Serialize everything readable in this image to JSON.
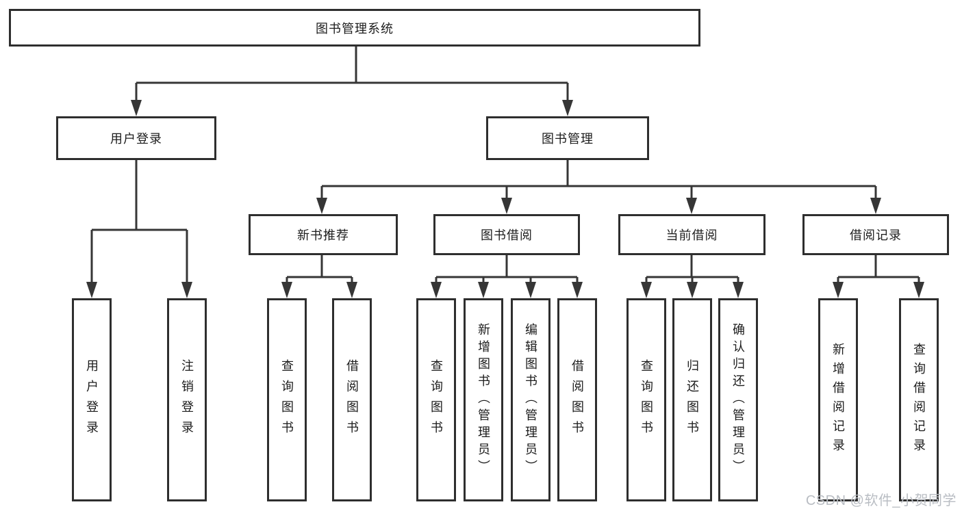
{
  "tree": {
    "root": {
      "label": "图书管理系统"
    },
    "branches": [
      {
        "label": "用户登录",
        "children": [
          {
            "label": "用户登录"
          },
          {
            "label": "注销登录"
          }
        ]
      },
      {
        "label": "图书管理",
        "children": [
          {
            "label": "新书推荐",
            "children": [
              {
                "label": "查询图书"
              },
              {
                "label": "借阅图书"
              }
            ]
          },
          {
            "label": "图书借阅",
            "children": [
              {
                "label": "查询图书"
              },
              {
                "label": "新增图书（管理员）"
              },
              {
                "label": "编辑图书（管理员）"
              },
              {
                "label": "借阅图书"
              }
            ]
          },
          {
            "label": "当前借阅",
            "children": [
              {
                "label": "查询图书"
              },
              {
                "label": "归还图书"
              },
              {
                "label": "确认归还（管理员）"
              }
            ]
          },
          {
            "label": "借阅记录",
            "children": [
              {
                "label": "新增借阅记录"
              },
              {
                "label": "查询借阅记录"
              }
            ]
          }
        ]
      }
    ]
  },
  "watermark": {
    "text": "CSDN @软件_小贺同学"
  },
  "colors": {
    "line": "#363636",
    "border": "#2e2e2e",
    "text": "#1c1c1c",
    "watermark": "#b9bdc3",
    "background": "#ffffff"
  }
}
